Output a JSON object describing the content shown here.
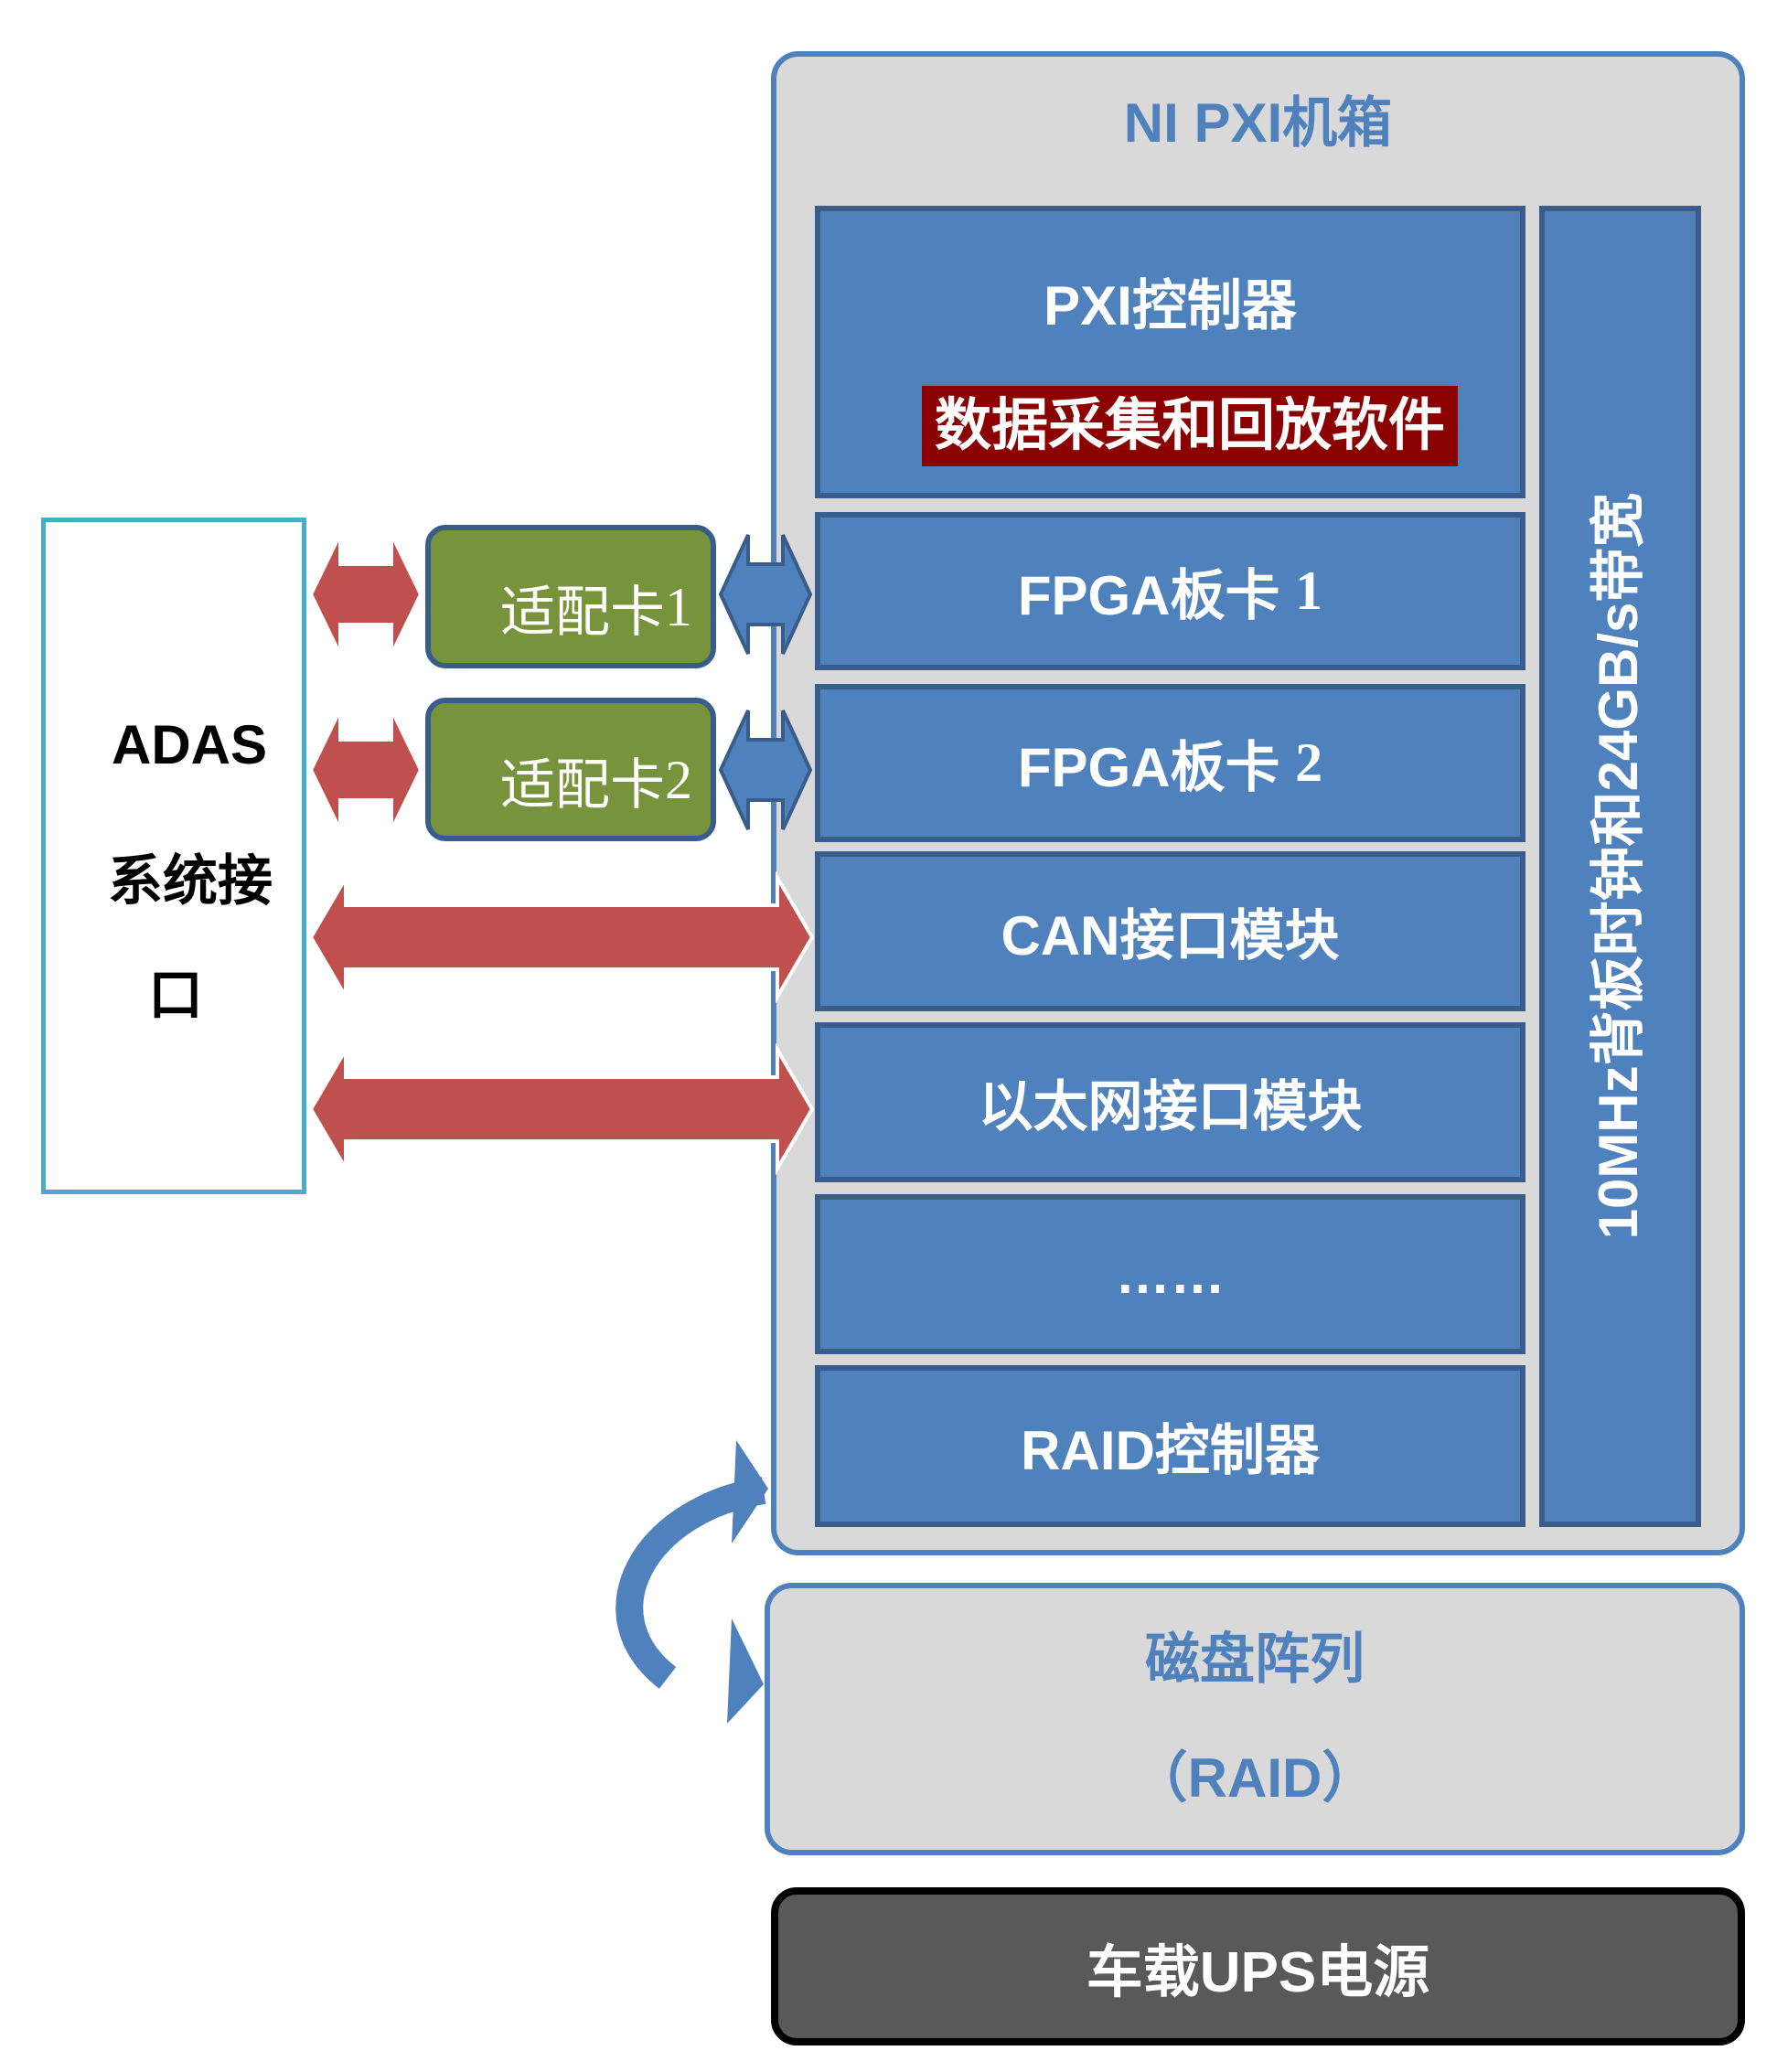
{
  "chassis": {
    "title": "NI PXI机箱",
    "pxi_controller": {
      "title": "PXI控制器",
      "software": "数据采集和回放软件"
    },
    "modules": [
      {
        "label": "FPGA板卡",
        "number": "1"
      },
      {
        "label": "FPGA板卡",
        "number": "2"
      },
      {
        "label": "CAN接口模块",
        "number": ""
      },
      {
        "label": "以太网接口模块",
        "number": ""
      },
      {
        "label": "……",
        "number": ""
      },
      {
        "label": "RAID控制器",
        "number": ""
      }
    ],
    "backplane": "10MHz背板时钟和24GB/s带宽"
  },
  "adas": {
    "line1": "ADAS",
    "line2": "系统接",
    "line3": "口"
  },
  "adapters": [
    {
      "label": "适配卡",
      "number": "1"
    },
    {
      "label": "适配卡",
      "number": "2"
    }
  ],
  "raid_array": {
    "line1": "磁盘阵列",
    "line2": "（RAID）"
  },
  "ups": "车载UPS电源",
  "colors": {
    "module_fill": "#4f81bd",
    "module_border": "#385d8a",
    "red_arrow": "#c0504d",
    "adapter_fill": "#77933c",
    "software_bg": "#8b0000"
  }
}
